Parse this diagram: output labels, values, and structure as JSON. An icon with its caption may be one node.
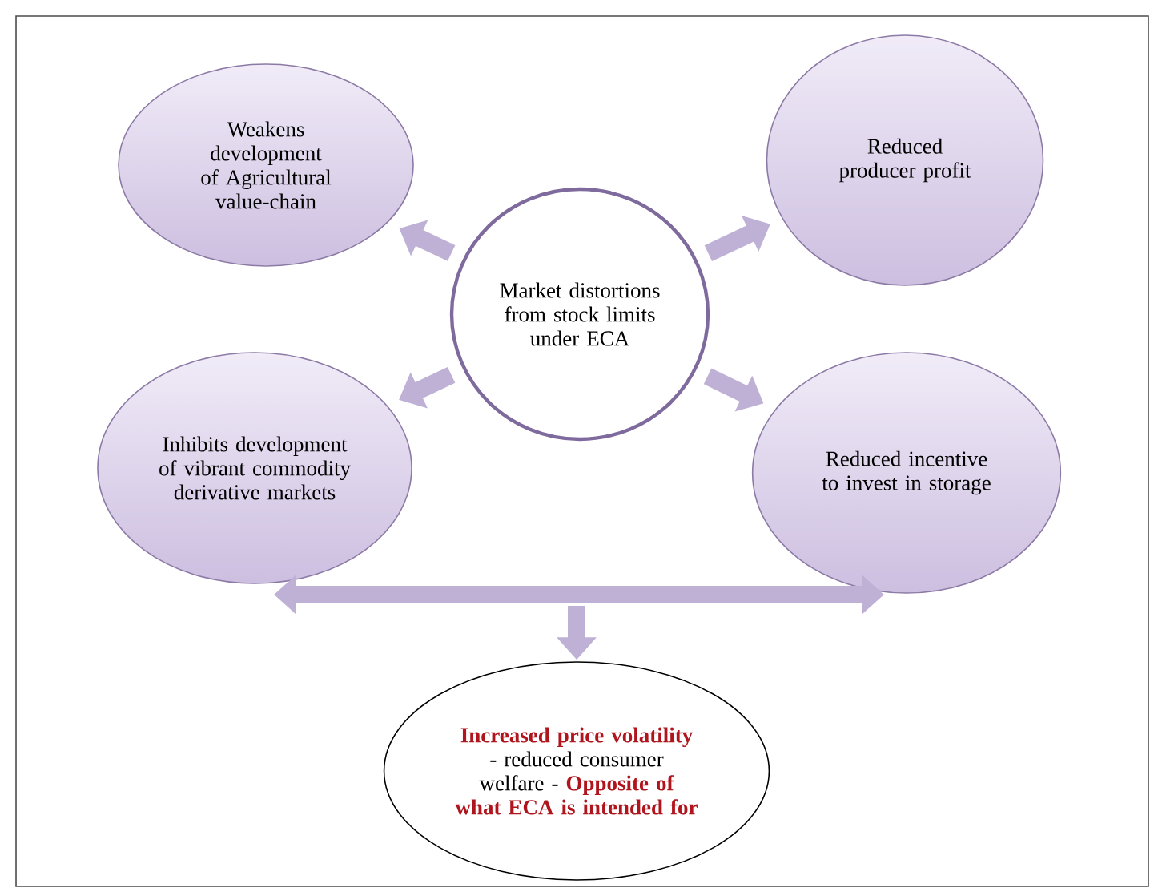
{
  "diagram": {
    "nodes": [
      {
        "text": [
          "Market distortions from stock limits under ECA"
        ]
      },
      {
        "text": [
          "Weakens development of Agricultural value-chain"
        ]
      },
      {
        "text": [
          "Reduced producer profit"
        ]
      },
      {
        "text": [
          "Inhibits development of vibrant commodity derivative markets"
        ]
      },
      {
        "text": [
          "Reduced incentive to invest in storage"
        ]
      },
      {
        "text": [
          "Increased price volatility",
          "- reduced consumer welfare -",
          "Opposite of what ECA is intended for"
        ]
      }
    ],
    "edges": [
      {
        "from": 0,
        "to": 1,
        "arrow": "to"
      },
      {
        "from": 0,
        "to": 2,
        "arrow": "to"
      },
      {
        "from": 0,
        "to": 3,
        "arrow": "to"
      },
      {
        "from": 0,
        "to": 4,
        "arrow": "to"
      },
      {
        "from": 3,
        "to": 4,
        "arrow": "both"
      },
      {
        "from": null,
        "to": 5,
        "arrow": "to"
      }
    ]
  }
}
